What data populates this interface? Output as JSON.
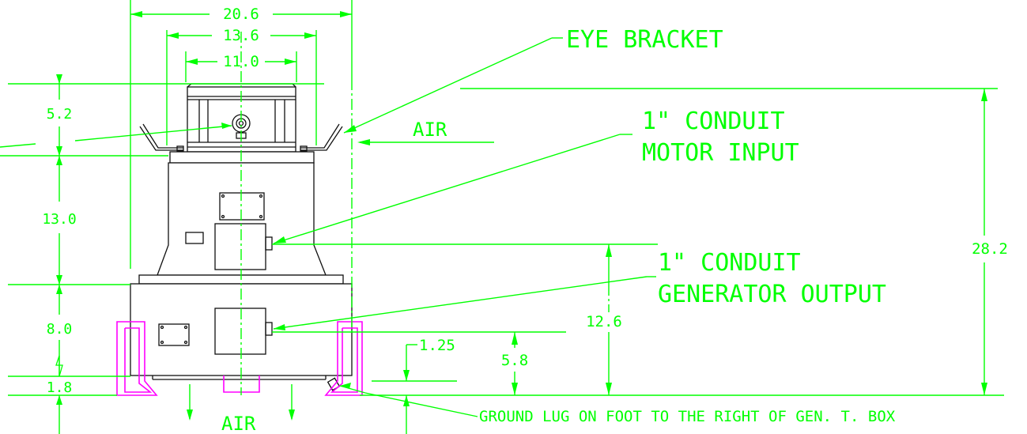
{
  "dimensions": {
    "overall_width": "20.6",
    "bracket_width": "13.6",
    "top_width": "11.0",
    "top_height": "5.2",
    "motor_height": "13.0",
    "generator_height": "8.0",
    "foot_height": "1.8",
    "overall_height": "28.2",
    "motor_conduit_height": "12.6",
    "generator_conduit_height": "5.8",
    "ground_lug_height": "1.25"
  },
  "callouts": {
    "eye_bracket": "EYE BRACKET",
    "motor_conduit_line1": "1\" CONDUIT",
    "motor_conduit_line2": "MOTOR INPUT",
    "generator_conduit_line1": "1\" CONDUIT",
    "generator_conduit_line2": "GENERATOR OUTPUT",
    "air_side": "AIR",
    "air_bottom": "AIR",
    "ground_lug": "GROUND LUG ON FOOT TO THE RIGHT OF GEN. T. BOX"
  },
  "colors": {
    "dimension": "#00ff00",
    "outline": "#111111",
    "feet": "#ff00ff"
  }
}
